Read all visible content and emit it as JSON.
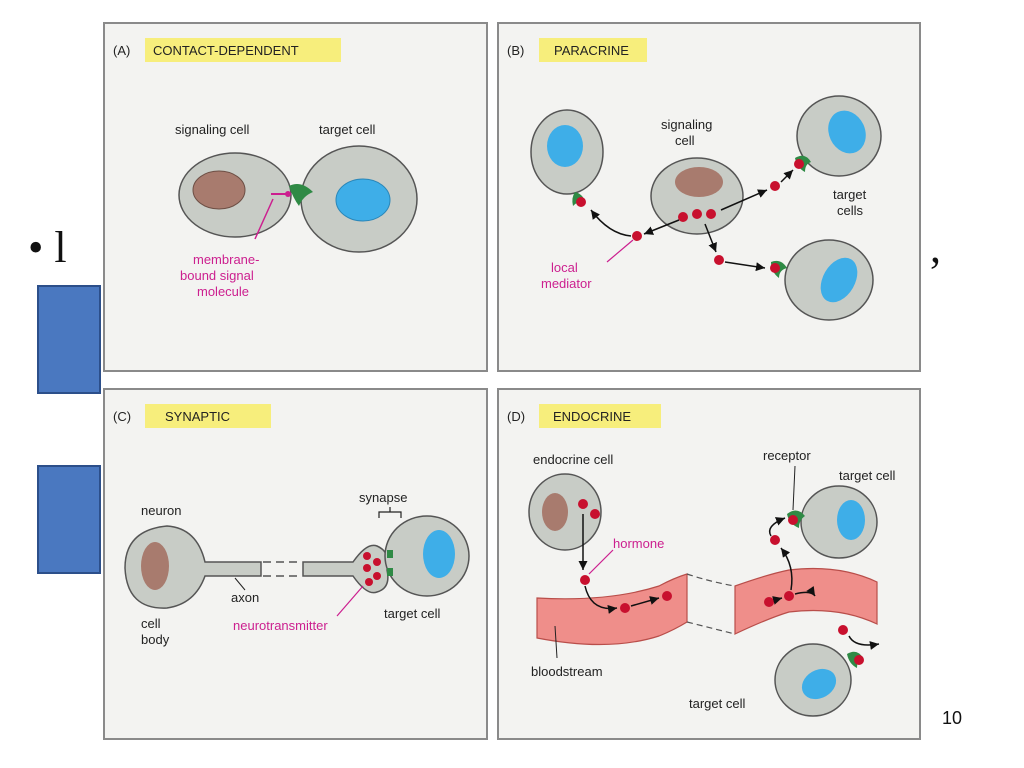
{
  "slide": {
    "page_number": "10"
  },
  "colors": {
    "cell_fill": "#c8ccc6",
    "nucleus_brown": "#a87b6e",
    "nucleus_blue": "#3eaee8",
    "receptor_green": "#2f8a45",
    "signal_red": "#c8102e",
    "magenta_label": "#cc1f8f",
    "header_yellow": "#f7ee7c",
    "blood_pink": "#ef8e8a"
  },
  "panels": {
    "a": {
      "letter": "(A)",
      "title": "CONTACT-DEPENDENT",
      "signaling_cell": "signaling cell",
      "target_cell": "target cell",
      "molecule_line1": "membrane-",
      "molecule_line2": "bound signal",
      "molecule_line3": "molecule"
    },
    "b": {
      "letter": "(B)",
      "title": "PARACRINE",
      "signaling_line1": "signaling",
      "signaling_line2": "cell",
      "target_line1": "target",
      "target_line2": "cells",
      "mediator_line1": "local",
      "mediator_line2": "mediator"
    },
    "c": {
      "letter": "(C)",
      "title": "SYNAPTIC",
      "neuron": "neuron",
      "synapse": "synapse",
      "axon": "axon",
      "cell_body_line1": "cell",
      "cell_body_line2": "body",
      "neurotransmitter": "neurotransmitter",
      "target_cell": "target cell"
    },
    "d": {
      "letter": "(D)",
      "title": "ENDOCRINE",
      "endocrine_cell": "endocrine cell",
      "receptor": "receptor",
      "target_cell_top": "target cell",
      "hormone": "hormone",
      "bloodstream": "bloodstream",
      "target_cell_bottom": "target cell"
    }
  }
}
